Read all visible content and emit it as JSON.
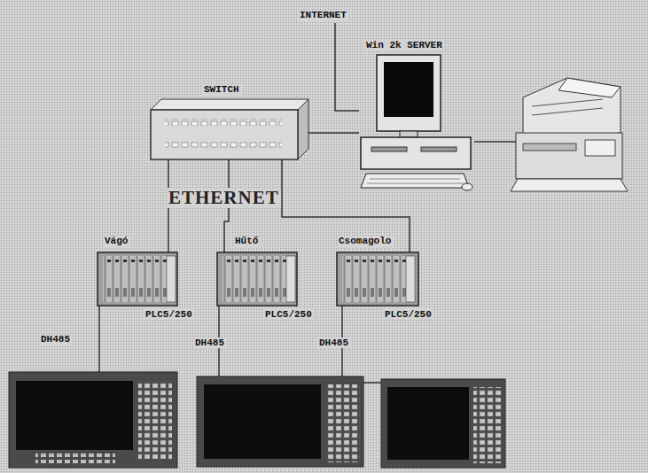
{
  "diagram": {
    "nodes": [
      {
        "text": [
          "Win 2k SERVER"
        ]
      },
      {
        "text": [
          "SWITCH"
        ]
      },
      {
        "text": [
          "Vágó",
          "PLC5/250"
        ]
      },
      {
        "text": [
          "Hűtő",
          "PLC5/250"
        ]
      },
      {
        "text": [
          "Csomagolo",
          "PLC5/250"
        ]
      }
    ],
    "edges": [
      {
        "from": 1,
        "to": 0,
        "arrow": "none"
      },
      {
        "from": 1,
        "to": 2,
        "arrow": "none"
      },
      {
        "from": 1,
        "to": 3,
        "arrow": "none"
      },
      {
        "from": 1,
        "to": 4,
        "arrow": "none"
      }
    ],
    "labels": [
      "INTERNET",
      "ETHERNET",
      "DH485",
      "DH485",
      "DH485"
    ]
  }
}
